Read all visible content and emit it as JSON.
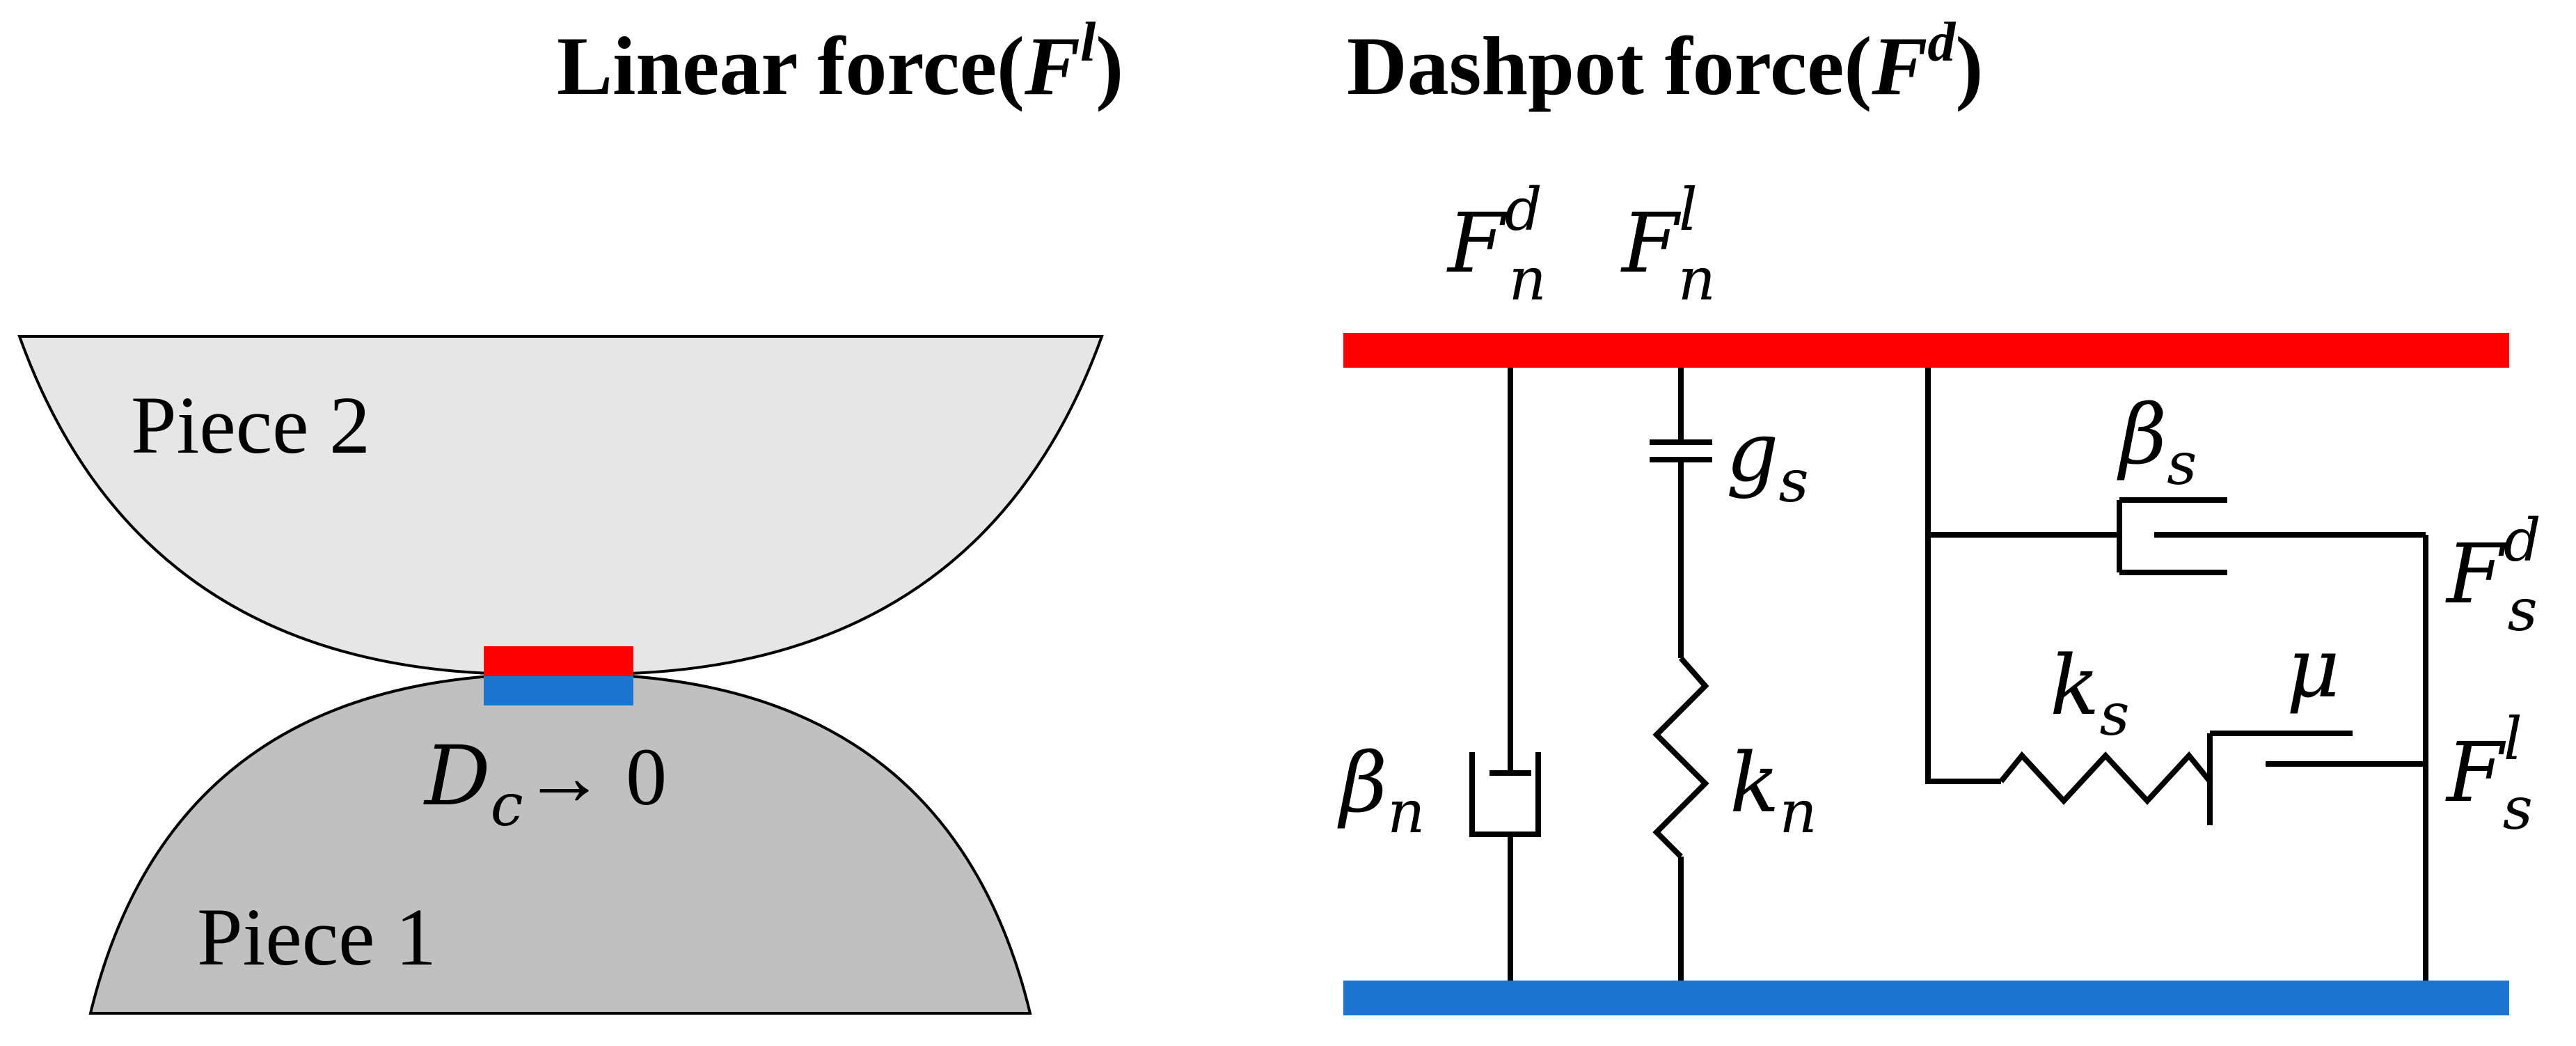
{
  "titles": {
    "linear_prefix": "Linear force(",
    "linear_symbol": "F",
    "linear_sup": "l",
    "linear_suffix": ")",
    "dashpot_prefix": "Dashpot force(",
    "dashpot_symbol": "F",
    "dashpot_sup": "d",
    "dashpot_suffix": ")"
  },
  "left_panel": {
    "piece_top_label": "Piece 2",
    "piece_bottom_label": "Piece 1",
    "gap_symbol": "D",
    "gap_sub": "c",
    "gap_arrow": "→ 0",
    "colors": {
      "piece_top": "#e6e6e6",
      "piece_bottom": "#c0c0c0",
      "contact_top": "#ff0000",
      "contact_bottom": "#1a76d2"
    }
  },
  "right_panel": {
    "plate_colors": {
      "top": "#ff0000",
      "bottom": "#1a76d2"
    },
    "labels": {
      "Fn_d": {
        "base": "F",
        "sup": "d",
        "sub": "n"
      },
      "Fn_l": {
        "base": "F",
        "sup": "l",
        "sub": "n"
      },
      "gs": {
        "base": "g",
        "sub": "s"
      },
      "beta_n": {
        "base": "β",
        "sub": "n"
      },
      "kn": {
        "base": "k",
        "sub": "n"
      },
      "beta_s": {
        "base": "β",
        "sub": "s"
      },
      "ks": {
        "base": "k",
        "sub": "s"
      },
      "mu": {
        "base": "μ"
      },
      "Fs_d": {
        "base": "F",
        "sup": "d",
        "sub": "s"
      },
      "Fs_l": {
        "base": "F",
        "sup": "l",
        "sub": "s"
      }
    }
  }
}
